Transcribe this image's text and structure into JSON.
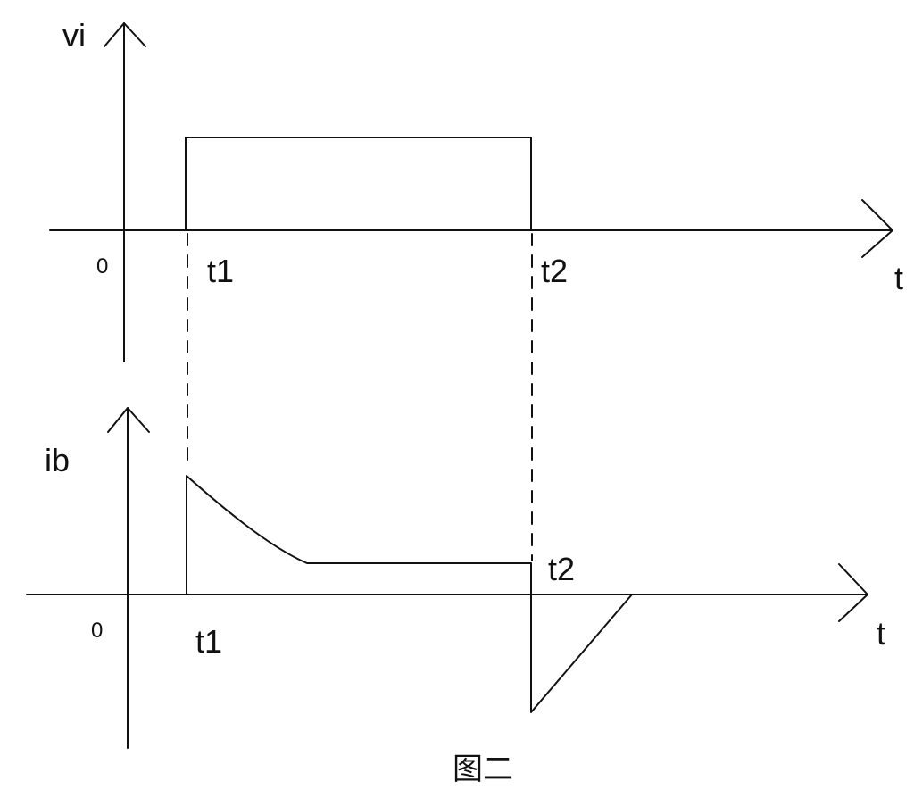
{
  "diagram": {
    "caption": "图二",
    "top_graph": {
      "y_label": "vi",
      "x_label": "t",
      "origin_label": "0",
      "t1_label": "t1",
      "t2_label": "t2"
    },
    "bottom_graph": {
      "y_label": "ib",
      "x_label": "t",
      "origin_label": "0",
      "t1_label": "t1",
      "t2_label": "t2"
    },
    "colors": {
      "line": "#111111",
      "background": "#ffffff"
    }
  }
}
